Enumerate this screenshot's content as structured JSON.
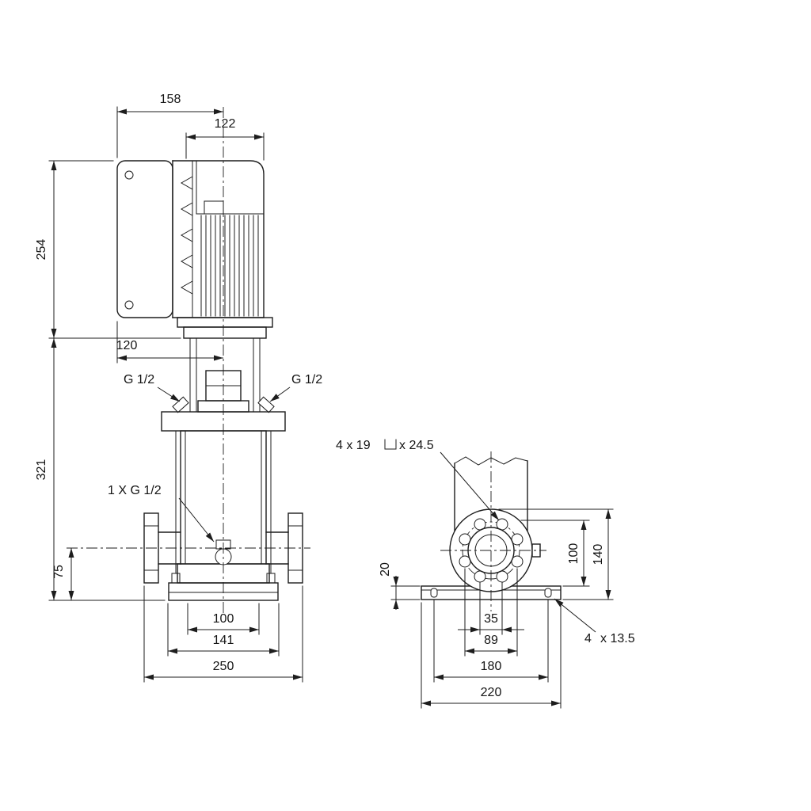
{
  "front_view": {
    "dims": {
      "d158": "158",
      "d122": "122",
      "d254": "254",
      "d120": "120",
      "d321": "321",
      "d75": "75",
      "d100": "100",
      "d141": "141",
      "d250": "250"
    },
    "labels": {
      "plug_left": "G 1/2",
      "plug_right": "G 1/2",
      "drain": "1 X G 1/2"
    }
  },
  "side_view": {
    "dims": {
      "d20": "20",
      "d100": "100",
      "d140": "140",
      "d35": "35",
      "d89": "89",
      "d180": "180",
      "d220": "220"
    },
    "labels": {
      "flange_holes_a": "4 x 19",
      "flange_holes_b": "x 24.5",
      "base_holes_a": "4",
      "base_holes_b": "x 13.5"
    }
  }
}
